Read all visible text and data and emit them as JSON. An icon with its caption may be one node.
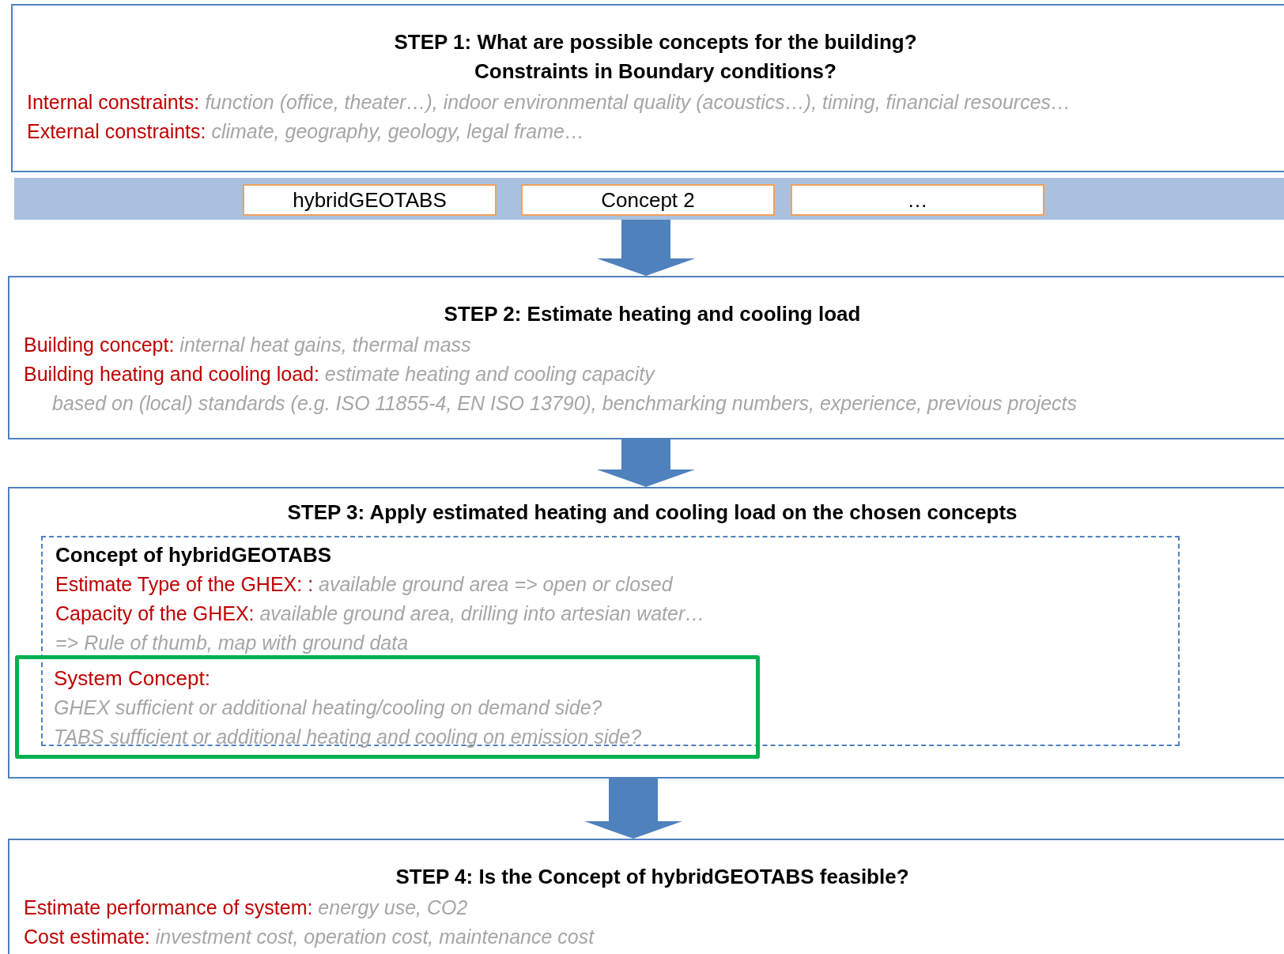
{
  "diagram": {
    "nodes": [
      {
        "text": [
          "**STEP 1: What are possible concepts for the building? Constraints in Boundary conditions**?",
          "Internal constraints: *function (office, theater…), indoor environmental quality (acoustics…), timing, financial resources…*",
          "External constraints:  *climate, geography, geology, legal frame…*"
        ]
      },
      {
        "text": [],
        "shape": "bar"
      },
      {
        "text": [
          "hybridGEOTABS"
        ],
        "in": 1
      },
      {
        "text": [
          "Concept 2"
        ],
        "in": 1
      },
      {
        "text": [
          "…"
        ],
        "in": 1
      },
      {
        "text": [
          "STEP 2: Estimate heating and cooling load",
          "Building concept: *internal heat gains, thermal mass*",
          "Building heating and cooling load: *estimate heating and cooling capacity*",
          "*based on (local) standards (e.g. ISO 11855-4, EN ISO 13790), benchmarking numbers, experience, previous projects*"
        ]
      },
      {
        "text": [
          "STEP 3: Apply estimated heating and cooling load on the chosen concepts"
        ]
      },
      {
        "text": [
          "Concept of hybridGEOTABS",
          "Estimate Type of the GHEX: : *available ground area =>  open or closed*",
          "Capacity of the GHEX: *available ground area, drilling into artesian water…*",
          "*=> Rule of thumb, map with ground data*"
        ],
        "in": 6
      },
      {
        "text": [
          "System Concept:",
          "*GHEX sufficient or additional heating/cooling on demand side?*",
          "*TABS sufficient or additional heating and cooling on emission side?*"
        ],
        "in": 6
      },
      {
        "text": [
          "STEP 4: Is the Concept of hybridGEOTABS feasible?",
          "Estimate performance of system: *energy use, CO2*",
          "Cost estimate: *investment cost, operation cost, maintenance cost*"
        ]
      }
    ],
    "edges": [
      {
        "from": 1,
        "to": 5,
        "arrow": "to"
      },
      {
        "from": 5,
        "to": 6,
        "arrow": "to"
      },
      {
        "from": 6,
        "to": 9,
        "arrow": "to"
      }
    ]
  }
}
